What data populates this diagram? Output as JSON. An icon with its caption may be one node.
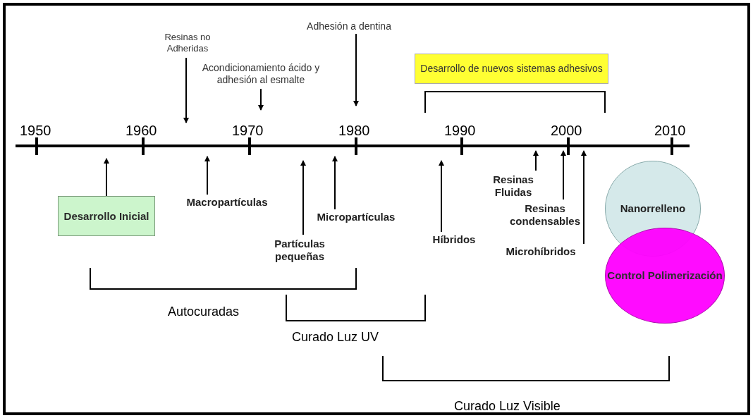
{
  "diagram": {
    "nodes": [
      {
        "text": [
          "Resinas no Adheridas"
        ]
      },
      {
        "text": [
          "Acondicionamiento ácido y adhesión al esmalte"
        ]
      },
      {
        "text": [
          "Adhesión a dentina"
        ]
      },
      {
        "text": [
          "Desarrollo de nuevos sistemas adhesivos"
        ]
      },
      {
        "text": [
          "Desarrollo Inicial"
        ]
      },
      {
        "text": [
          "Macropartículas"
        ]
      },
      {
        "text": [
          "Micropartículas"
        ]
      },
      {
        "text": [
          "Partículas pequeñas"
        ]
      },
      {
        "text": [
          "Híbridos"
        ]
      },
      {
        "text": [
          "Resinas Fluidas"
        ]
      },
      {
        "text": [
          "Resinas condensables"
        ]
      },
      {
        "text": [
          "Microhíbridos"
        ]
      },
      {
        "text": [
          "Nanorrelleno"
        ]
      },
      {
        "text": [
          "Control Polimerización"
        ]
      }
    ],
    "edges": [
      {
        "from": 0,
        "to": null,
        "arrow": "to"
      },
      {
        "from": 1,
        "to": null,
        "arrow": "to"
      },
      {
        "from": 2,
        "to": null,
        "arrow": "to"
      },
      {
        "from": 4,
        "to": null,
        "arrow": "to"
      },
      {
        "from": 5,
        "to": null,
        "arrow": "to"
      },
      {
        "from": 6,
        "to": null,
        "arrow": "to"
      },
      {
        "from": 7,
        "to": null,
        "arrow": "to"
      },
      {
        "from": 8,
        "to": null,
        "arrow": "to"
      },
      {
        "from": 9,
        "to": null,
        "arrow": "to"
      },
      {
        "from": 10,
        "to": null,
        "arrow": "to"
      },
      {
        "from": 11,
        "to": null,
        "arrow": "to"
      }
    ],
    "labels": [
      "1950",
      "1960",
      "1970",
      "1980",
      "1990",
      "2000",
      "2010",
      "Autocuradas",
      "Curado Luz UV",
      "Curado Luz Visible"
    ]
  }
}
